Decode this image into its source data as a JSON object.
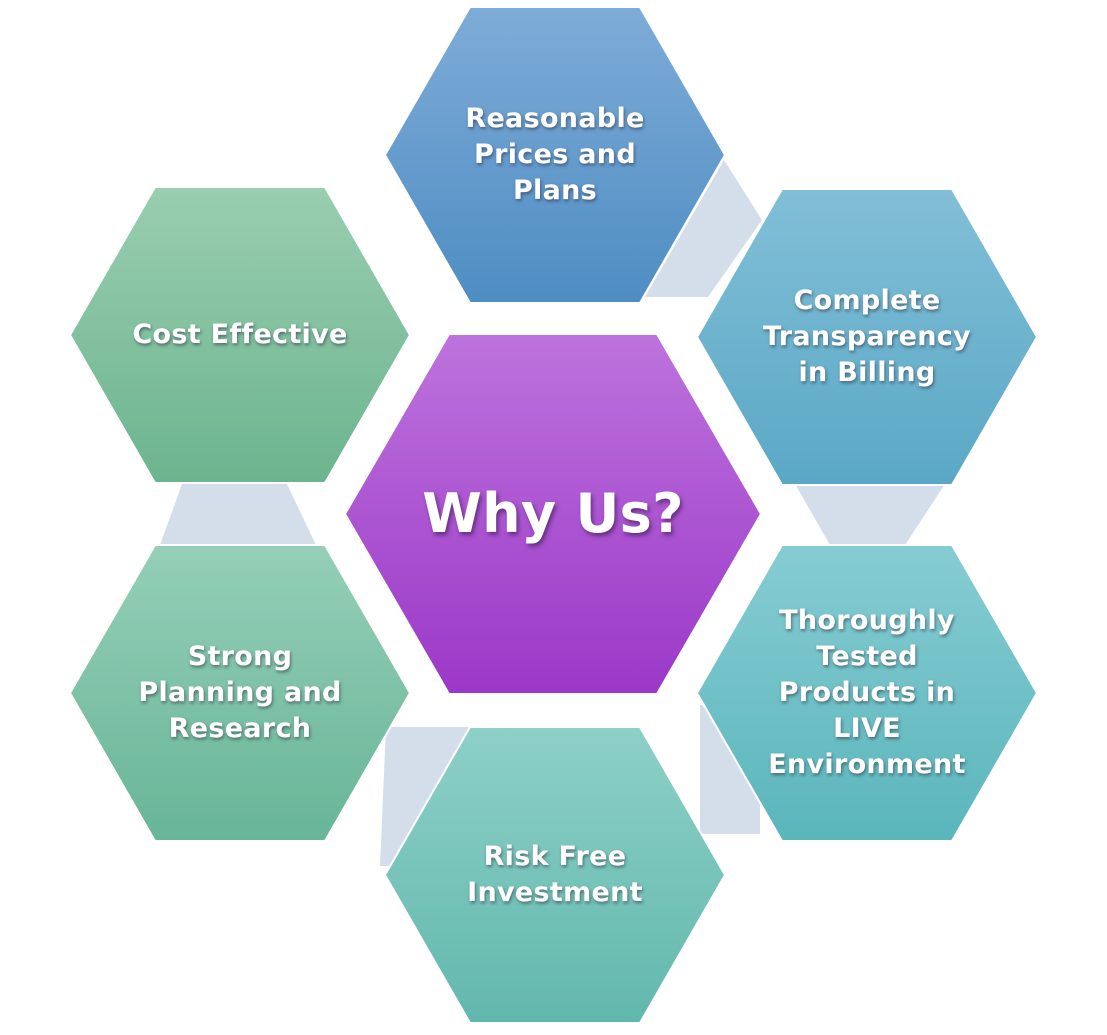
{
  "diagram": {
    "center": {
      "text": "Why Us?",
      "color_top": "#bd73dc",
      "color_bottom": "#9b38c8"
    },
    "items": [
      {
        "id": "reasonable-prices",
        "text": "Reasonable\nPrices and\nPlans",
        "color_top": "#7eacd8",
        "color_bottom": "#4e8dc2"
      },
      {
        "id": "complete-transparency",
        "text": "Complete\nTransparency\nin Billing",
        "color_top": "#82bfd7",
        "color_bottom": "#5aa8c6"
      },
      {
        "id": "thoroughly-tested",
        "text": "Thoroughly\nTested\nProducts in\nLIVE\nEnvironment",
        "color_top": "#86ccd3",
        "color_bottom": "#5ab6bb"
      },
      {
        "id": "risk-free",
        "text": "Risk Free\nInvestment",
        "color_top": "#8dd0c7",
        "color_bottom": "#62b8ad"
      },
      {
        "id": "strong-planning",
        "text": "Strong\nPlanning and\nResearch",
        "color_top": "#95cfb8",
        "color_bottom": "#68b598"
      },
      {
        "id": "cost-effective",
        "text": "Cost Effective",
        "color_top": "#99ceb0",
        "color_bottom": "#6cb48f"
      }
    ],
    "connector_color": "#d3deea"
  }
}
